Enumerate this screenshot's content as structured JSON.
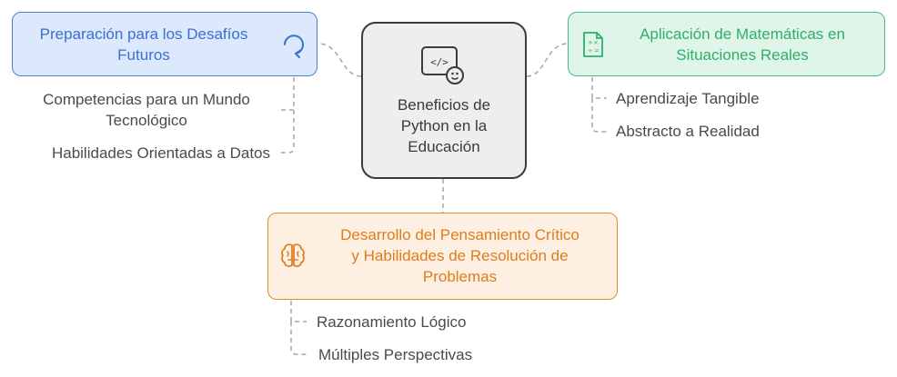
{
  "center": {
    "line1": "Beneficios de",
    "line2": "Python en la",
    "line3": "Educación",
    "icon": "code-brain-icon"
  },
  "nodes": {
    "futuros": {
      "line1": "Preparación para los Desafíos",
      "line2": "Futuros",
      "icon": "refresh-arrow-icon",
      "color": "#4a7fd9",
      "children": [
        "Competencias para un Mundo Tecnológico",
        "Habilidades Orientadas a Datos"
      ],
      "child1_line1": "Competencias para un Mundo",
      "child1_line2": "Tecnológico"
    },
    "matematicas": {
      "line1": "Aplicación de Matemáticas en",
      "line2": "Situaciones Reales",
      "icon": "math-document-icon",
      "color": "#44bd7d",
      "children": [
        "Aprendizaje Tangible",
        "Abstracto a Realidad"
      ]
    },
    "pensamiento": {
      "line1": "Desarrollo del Pensamiento Crítico",
      "line2": "y Habilidades de Resolución de",
      "line3": "Problemas",
      "icon": "brain-icon",
      "color": "#e58a2c",
      "children": [
        "Razonamiento Lógico",
        "Múltiples Perspectivas"
      ]
    }
  },
  "colors": {
    "connector": "#9a9a9a",
    "center_border": "#3b3b3b",
    "center_fill": "#eeeeee"
  }
}
